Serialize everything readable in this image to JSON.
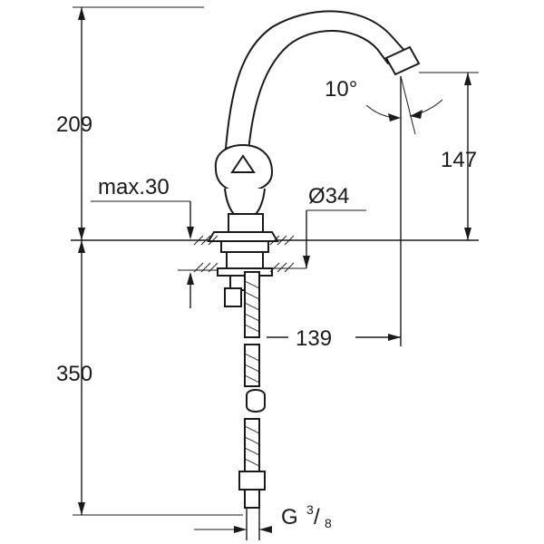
{
  "dimensions": {
    "spout_height": "209",
    "depth_below_deck": "350",
    "deck_thickness": "max.30",
    "body_diameter": "Ø34",
    "spout_reach": "139",
    "outlet_height": "147",
    "swivel_angle": "10°",
    "thread_prefix": "G ",
    "thread_num": "3",
    "thread_den": "8"
  }
}
